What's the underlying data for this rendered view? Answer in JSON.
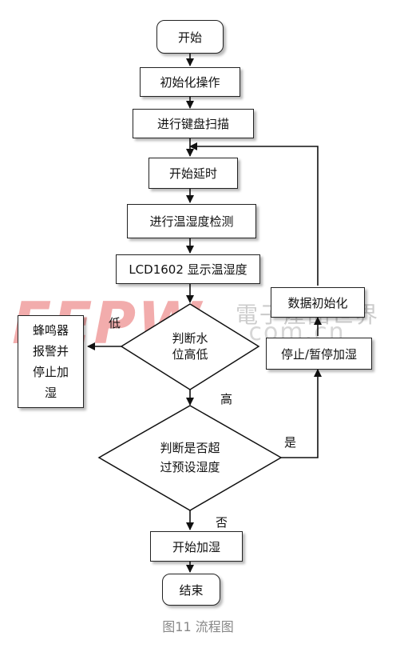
{
  "nodes": {
    "start": "开始",
    "init_op": "初始化操作",
    "keyboard_scan": "进行键盘扫描",
    "start_delay": "开始延时",
    "temp_humid_detect": "进行温湿度检测",
    "lcd_display": "LCD1602 显示温湿度",
    "water_level_decision_line1": "判断水",
    "water_level_decision_line2": "位高低",
    "buzzer_alarm": [
      "蜂鸣器",
      "报警并",
      "停止加",
      "湿"
    ],
    "data_init": "数据初始化",
    "stop_pause_humidify": "停止/暂停加湿",
    "humidity_decision_line1": "判断是否超",
    "humidity_decision_line2": "过预设湿度",
    "start_humidify": "开始加湿",
    "end": "结束"
  },
  "edge_labels": {
    "low": "低",
    "high": "高",
    "yes": "是",
    "no": "否"
  },
  "watermark": {
    "logo": "EEPW",
    "cn_text": "電子產品世界",
    "url": ".com.cn"
  },
  "caption": "图11 流程图"
}
